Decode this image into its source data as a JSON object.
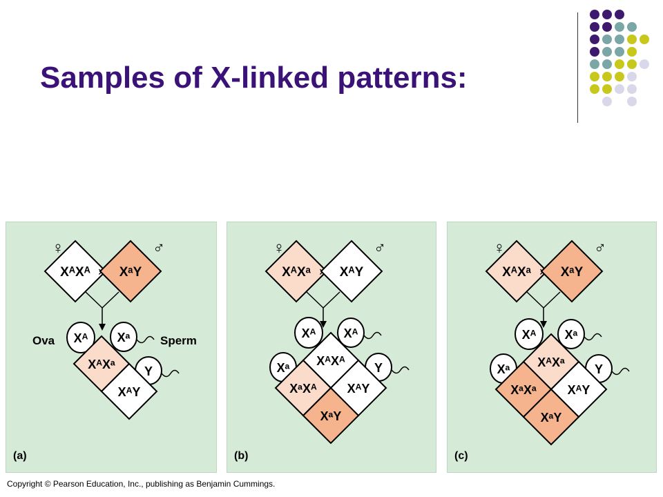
{
  "title": "Samples of X-linked patterns:",
  "copyright": "Copyright © Pearson Education, Inc., publishing as Benjamin Cummings.",
  "colors": {
    "title": "#3b1278",
    "panel_bg": "#d6ead8",
    "carrier": "#fbdccb",
    "affected": "#f6b48e",
    "normal": "#ffffff",
    "dot_purple": "#3d1a6e",
    "dot_teal": "#7aa6a6",
    "dot_olive": "#c8c81c",
    "dot_lavender": "#d8d8ea"
  },
  "symbols": {
    "female": "♀",
    "male": "♂",
    "cross": "×"
  },
  "labels": {
    "ova": "Ova",
    "sperm": "Sperm"
  },
  "crosses": [
    {
      "label": "(a)",
      "mother": "XᴬXᴬ",
      "father": "XᵃY",
      "egg": "Xᴬ",
      "sperm_1": "Xᵃ",
      "sperm_2": "Y",
      "offspring": [
        "XᴬXᵃ",
        "XᴬY"
      ]
    },
    {
      "label": "(b)",
      "mother": "XᴬXᵃ",
      "father": "XᴬY",
      "egg_1": "Xᴬ",
      "egg_2": "Xᵃ",
      "sperm_1": "Xᴬ",
      "sperm_2": "Y",
      "offspring": [
        "XᴬXᴬ",
        "XᵃXᴬ",
        "XᴬY",
        "XᵃY"
      ]
    },
    {
      "label": "(c)",
      "mother": "XᴬXᵃ",
      "father": "XᵃY",
      "egg_1": "Xᴬ",
      "egg_2": "Xᵃ",
      "sperm_1": "Xᵃ",
      "sperm_2": "Y",
      "offspring": [
        "XᴬXᵃ",
        "XᵃXᵃ",
        "XᴬY",
        "XᵃY"
      ]
    }
  ]
}
